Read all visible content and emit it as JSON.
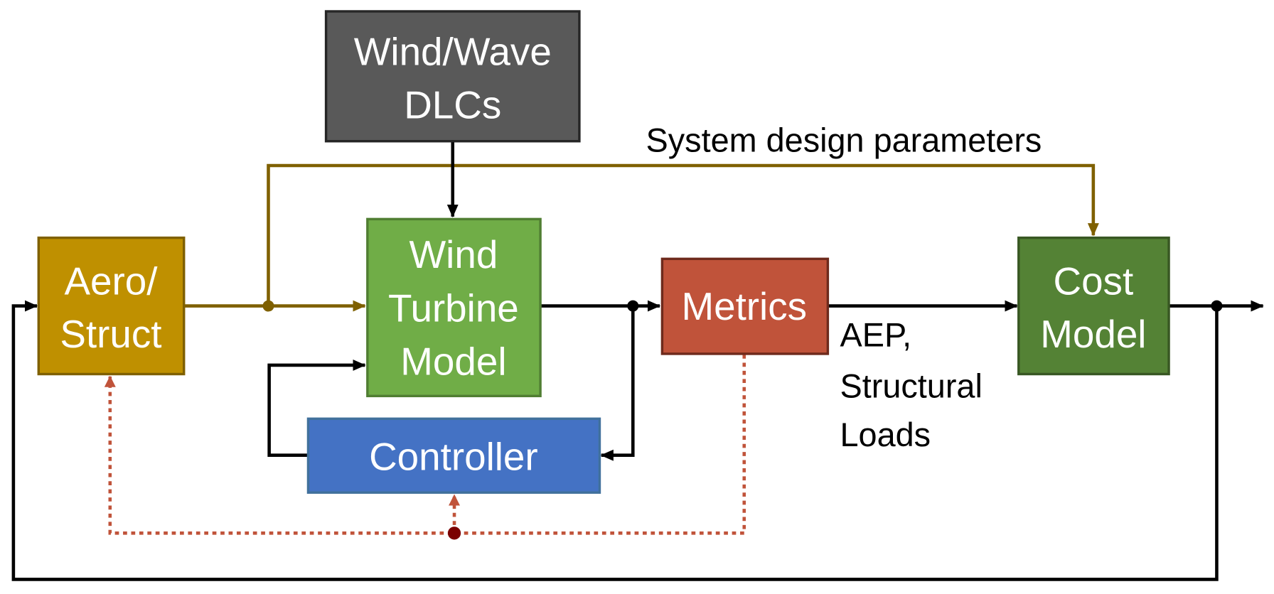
{
  "colors": {
    "dlc_fill": "#595959",
    "dlc_stroke": "#262626",
    "aero_fill": "#BF9000",
    "aero_stroke": "#7F6000",
    "turbine_fill": "#70AD47",
    "turbine_stroke": "#507E32",
    "controller_fill": "#4472C4",
    "controller_stroke": "#41719C",
    "metrics_fill": "#C0533A",
    "metrics_stroke": "#6E2A1C",
    "cost_fill": "#548235",
    "cost_stroke": "#385723",
    "design_param_line": "#7F6000",
    "signal_line": "#000000",
    "feedback_dotted": "#C0533A",
    "feedback_dot": "#7B0000"
  },
  "blocks": {
    "dlc": {
      "lines": [
        "Wind/Wave",
        "DLCs"
      ]
    },
    "aero": {
      "lines": [
        "Aero/",
        "Struct"
      ]
    },
    "turbine": {
      "lines": [
        "Wind",
        "Turbine",
        "Model"
      ]
    },
    "controller": {
      "lines": [
        "Controller"
      ]
    },
    "metrics": {
      "lines": [
        "Metrics"
      ]
    },
    "cost": {
      "lines": [
        "Cost",
        "Model"
      ]
    }
  },
  "labels": {
    "design_params": "System design parameters",
    "outputs": [
      "AEP,",
      "Structural",
      "Loads"
    ]
  }
}
